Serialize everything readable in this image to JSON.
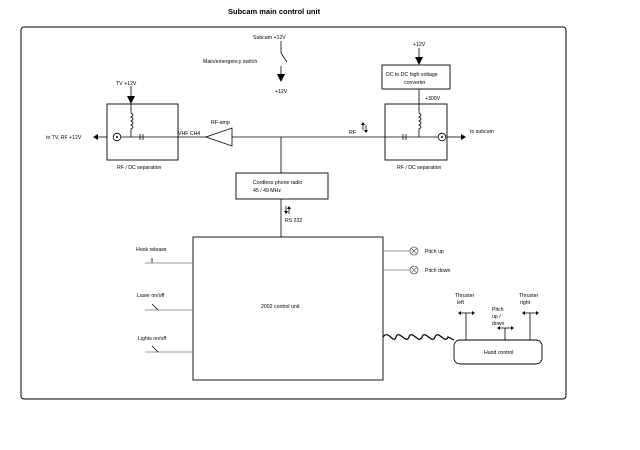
{
  "title": "Subcam main control unit",
  "power_switch": {
    "supply": "Subcam +12V",
    "switch_label": "Main/emergency switch",
    "out": "+12V"
  },
  "left_separator": {
    "supply": "TV +12V",
    "caption": "RF / DC separation",
    "to_tv": "to TV, RF +12V",
    "vhf": "VHF CH4",
    "amp": "RF-amp"
  },
  "right_separator": {
    "supply_in": "+12V",
    "converter_line1": "DC to DC high voltage",
    "converter_line2": "converter",
    "hv_out": "+300V",
    "caption": "RF / DC separation",
    "to_subcam": "to subcam",
    "rf": "RF"
  },
  "radio": {
    "line1": "Cordless phone radio",
    "line2": "45 / 49 MHz",
    "rs232": "RS 232"
  },
  "control_unit": {
    "label": "2002 control unit"
  },
  "switches": {
    "hook": "Hook release",
    "laser": "Laser on/off",
    "lights": "Lights on/off"
  },
  "lamps": {
    "up": "Pitch up",
    "down": "Pitch down"
  },
  "hand_control": {
    "label": "Hand control",
    "thr_left_1": "Thruster",
    "thr_left_2": "left",
    "pitch_1": "Pitch",
    "pitch_2": "up /",
    "pitch_3": "down",
    "thr_right_1": "Thruster",
    "thr_right_2": "right"
  }
}
